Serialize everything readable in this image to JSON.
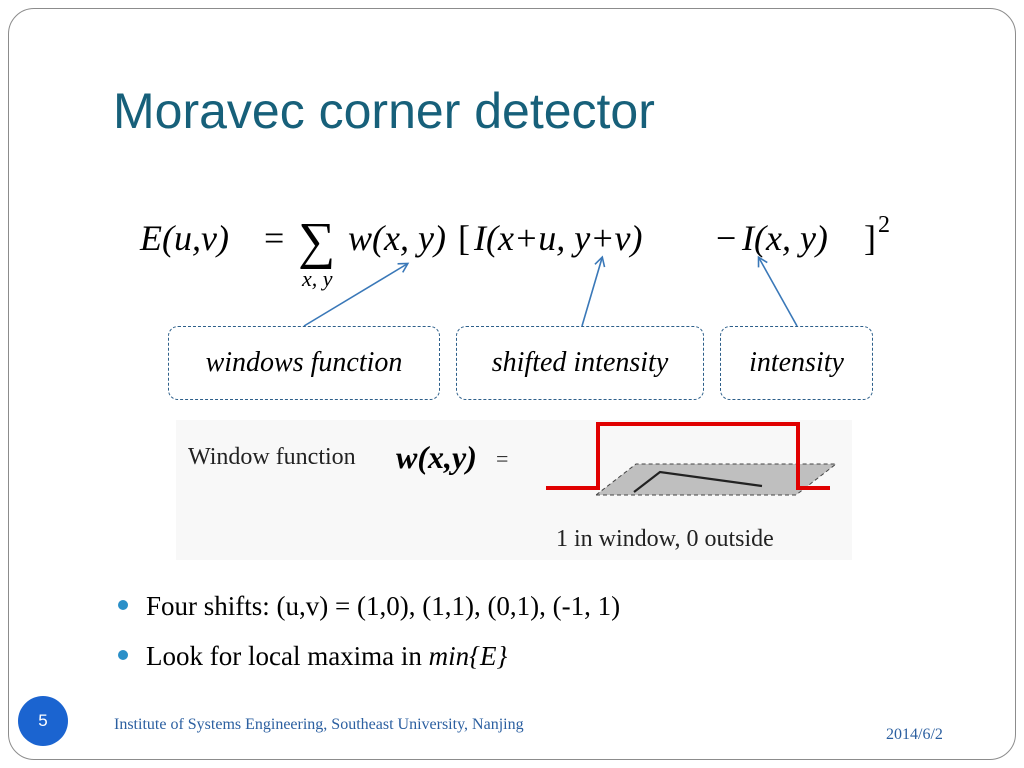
{
  "slide": {
    "title": "Moravec corner detector",
    "equation": {
      "lhs": "E(u,v)",
      "eq_sign": "=",
      "sum_symbol": "∑",
      "sum_subscript": "x, y",
      "window_term": "w(x, y)",
      "bracket_open": "[",
      "shifted_term": "I(x+u, y+v)",
      "minus": "−",
      "intensity_term": "I(x, y)",
      "bracket_close": "]",
      "exponent": "2"
    },
    "labels": {
      "windows_function": "windows function",
      "shifted_intensity": "shifted intensity",
      "intensity": "intensity"
    },
    "window_figure": {
      "label": "Window function",
      "symbol": "w(x,y)",
      "equals": "=",
      "caption": "1 in window, 0 outside"
    },
    "bullets": [
      {
        "text": "Four shifts: (u,v) = (1,0), (1,1), (0,1), (-1, 1)",
        "emphasis": ""
      },
      {
        "text": "Look for local maxima in ",
        "emphasis": "min{E}"
      }
    ],
    "footer": "Institute of Systems Engineering, Southeast University, Nanjing",
    "date": "2014/6/2",
    "page_number": "5"
  },
  "colors": {
    "title": "#17607a",
    "accent_blue": "#2a8fc8",
    "arrow": "#3a78b8",
    "box_border": "#2d5f8a",
    "window_red": "#e00000",
    "slide_number_bg": "#1b64d0",
    "footer_text": "#2b5fa0"
  }
}
